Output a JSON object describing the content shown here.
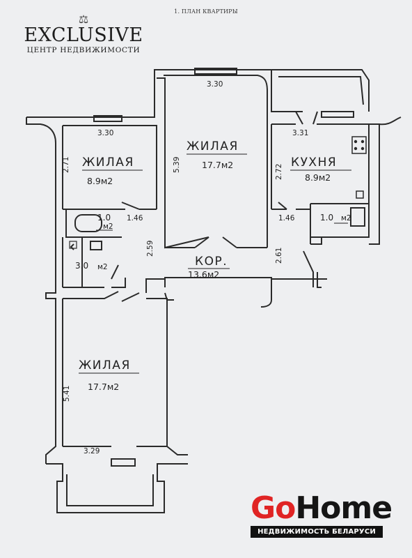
{
  "header": {
    "title": "1. ПЛАН КВАРТИРЫ"
  },
  "brand": {
    "icon": "scales-icon",
    "name": "EXCLUSIVE",
    "subtitle": "ЦЕНТР НЕДВИЖИМОСТИ"
  },
  "gohome": {
    "go": "Go",
    "home": "Home",
    "tagline": "НЕДВИЖИМОСТЬ БЕЛАРУСИ",
    "accent_color": "#e02424"
  },
  "rooms": {
    "living_top_left": {
      "name": "ЖИЛАЯ",
      "area": "8.9м2",
      "width": "3.30",
      "height": "2.71"
    },
    "living_top_center": {
      "name": "ЖИЛАЯ",
      "area": "17.7м2",
      "width": "3.30",
      "height": "5.39"
    },
    "kitchen": {
      "name": "КУХНЯ",
      "area": "8.9м2",
      "width": "3.31",
      "height": "2.72"
    },
    "toilet": {
      "area": "1.0",
      "unit": "м2"
    },
    "bathroom": {
      "area": "3.0",
      "unit": "м2"
    },
    "storage": {
      "area": "1.0",
      "unit": "м2"
    },
    "corridor": {
      "name": "КОР.",
      "area": "13.6м2"
    },
    "living_bottom": {
      "name": "ЖИЛАЯ",
      "area": "17.7м2",
      "width": "3.29",
      "height": "5.41"
    }
  },
  "dimensions": {
    "left_passage": "1.46",
    "right_passage": "1.46",
    "corridor_left": "2.59",
    "corridor_right": "2.61"
  }
}
